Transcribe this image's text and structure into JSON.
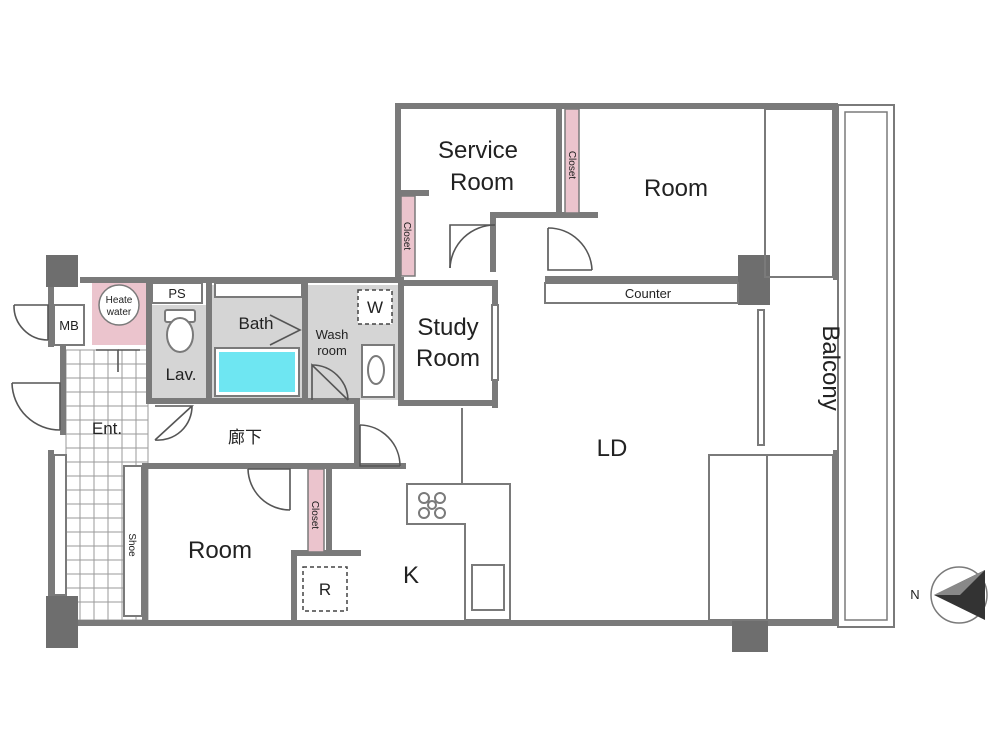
{
  "rooms": {
    "service_room_1": "Service",
    "service_room_2": "Room",
    "room_north": "Room",
    "study_room_1": "Study",
    "study_room_2": "Room",
    "ld": "LD",
    "kitchen": "K",
    "room_south": "Room",
    "bath": "Bath",
    "wash_room_1": "Wash",
    "wash_room_2": "room",
    "lavatory": "Lav.",
    "entrance": "Ent.",
    "hallway": "廊下",
    "balcony": "Balcony"
  },
  "fixtures": {
    "closet": "Closet",
    "counter": "Counter",
    "shoe": "Shoe",
    "ps": "PS",
    "mb": "MB",
    "heater_1": "Heate",
    "heater_2": "water",
    "washer": "W",
    "refrigerator": "R"
  },
  "compass": {
    "label": "N"
  },
  "colors": {
    "wall": "#7a7a7a",
    "wet_area": "#d5d5d5",
    "closet": "#ebc4cd",
    "bathtub": "#6ee6f2"
  }
}
